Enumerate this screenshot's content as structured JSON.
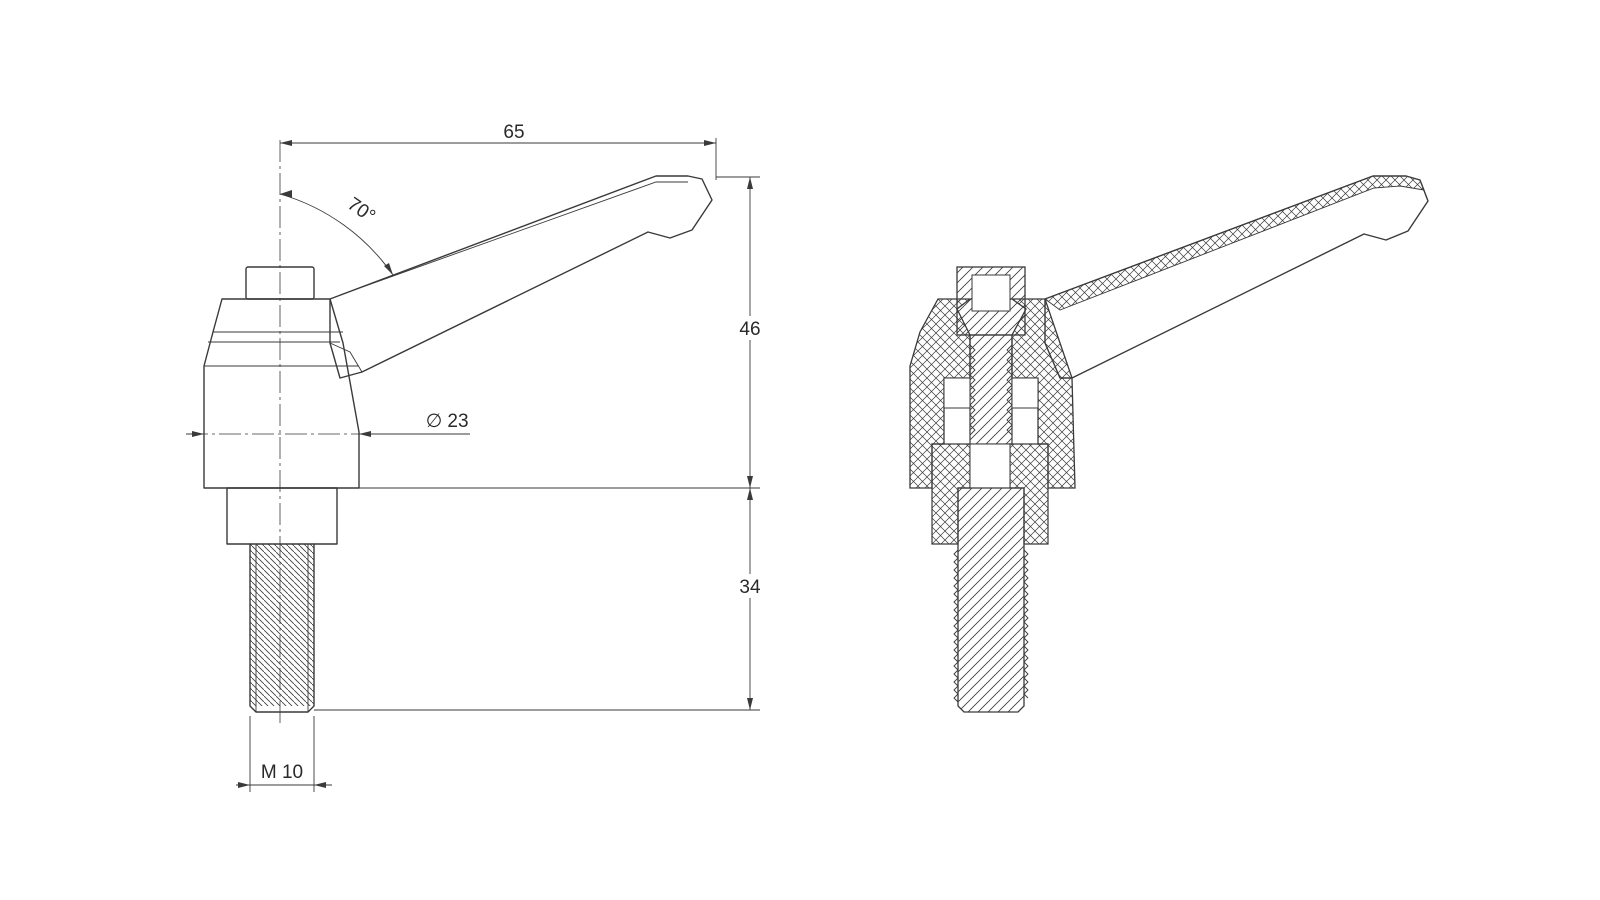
{
  "dimensions": {
    "lever_length": "65",
    "lever_angle": "70°",
    "body_height": "46",
    "body_diameter_symbol": "∅",
    "body_diameter": "23",
    "thread_length": "34",
    "thread_size": "M 10"
  },
  "colors": {
    "line": "#3a3a3a",
    "background": "#ffffff"
  }
}
